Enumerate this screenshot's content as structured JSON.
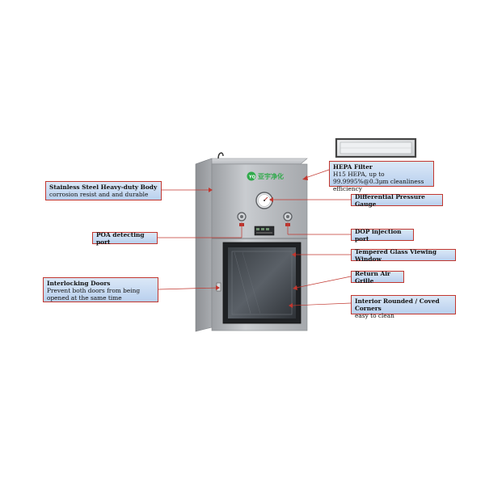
{
  "colors": {
    "callout_fill_top": "#dbe8f7",
    "callout_fill_bottom": "#b9d0ee",
    "callout_border": "#c2372f",
    "leader_line": "#c2372f",
    "logo_green": "#2faa4a"
  },
  "logo": {
    "icon": "leaf-logo-icon",
    "mark": "YQ",
    "text": "亚宇净化"
  },
  "callouts": {
    "body": {
      "title": "Stainless Steel Heavy-duty Body",
      "desc": "corrosion resist and and durable"
    },
    "poa": {
      "title": "POA detecting port"
    },
    "doors": {
      "title": "Interlocking Doors",
      "desc": "Prevent both doors from being opened at the same time"
    },
    "hepa": {
      "title": "HEPA Filter",
      "desc": "H15 HEPA, up to 99.9995%@0.3μm cleanliness efficiency"
    },
    "gauge": {
      "title": "Differential Pressure Gauge"
    },
    "dop": {
      "title": "DOP injection port"
    },
    "glass": {
      "title": "Tempered Glass Viewing Window"
    },
    "grille": {
      "title": "Return Air Grille"
    },
    "corners": {
      "title": "Interior Rounded / Coved Corners",
      "desc": "easy to clean"
    }
  }
}
